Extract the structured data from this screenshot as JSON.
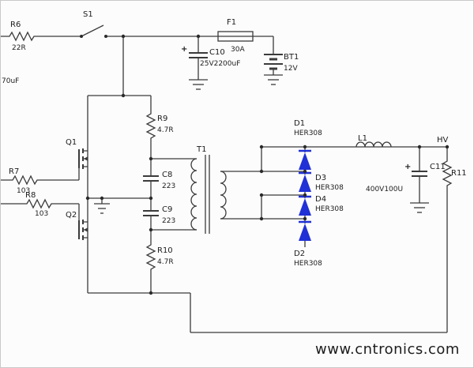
{
  "background": "#fcfcfc",
  "colors": {
    "wire": "#3b3b3b",
    "diode": "#2031d6",
    "text": "#1d1d1d",
    "watermark": "#8fc341"
  },
  "watermark": {
    "text": "www.cntronics.com"
  },
  "labels": {
    "hv": "HV",
    "input_cap": "70uF"
  },
  "components": {
    "r6": {
      "ref": "R6",
      "value": "22R"
    },
    "s1": {
      "ref": "S1"
    },
    "f1": {
      "ref": "F1",
      "value": "30A"
    },
    "c10": {
      "ref": "C10",
      "value": "25V2200uF",
      "polarity": "+"
    },
    "bt1": {
      "ref": "BT1",
      "value": "12V"
    },
    "q1": {
      "ref": "Q1"
    },
    "q2": {
      "ref": "Q2"
    },
    "r7": {
      "ref": "R7",
      "value": "103"
    },
    "r8": {
      "ref": "R8",
      "value": "103"
    },
    "r9": {
      "ref": "R9",
      "value": "4.7R"
    },
    "r10": {
      "ref": "R10",
      "value": "4.7R"
    },
    "c8": {
      "ref": "C8",
      "value": "223"
    },
    "c9": {
      "ref": "C9",
      "value": "223"
    },
    "t1": {
      "ref": "T1"
    },
    "d1": {
      "ref": "D1",
      "value": "HER308"
    },
    "d3": {
      "ref": "D3",
      "value": "HER308"
    },
    "d4": {
      "ref": "D4",
      "value": "HER308"
    },
    "d2": {
      "ref": "D2",
      "value": "HER308"
    },
    "l1": {
      "ref": "L1"
    },
    "c11": {
      "ref": "C11",
      "value": "400V100U",
      "polarity": "+"
    },
    "r11": {
      "ref": "R11"
    }
  }
}
